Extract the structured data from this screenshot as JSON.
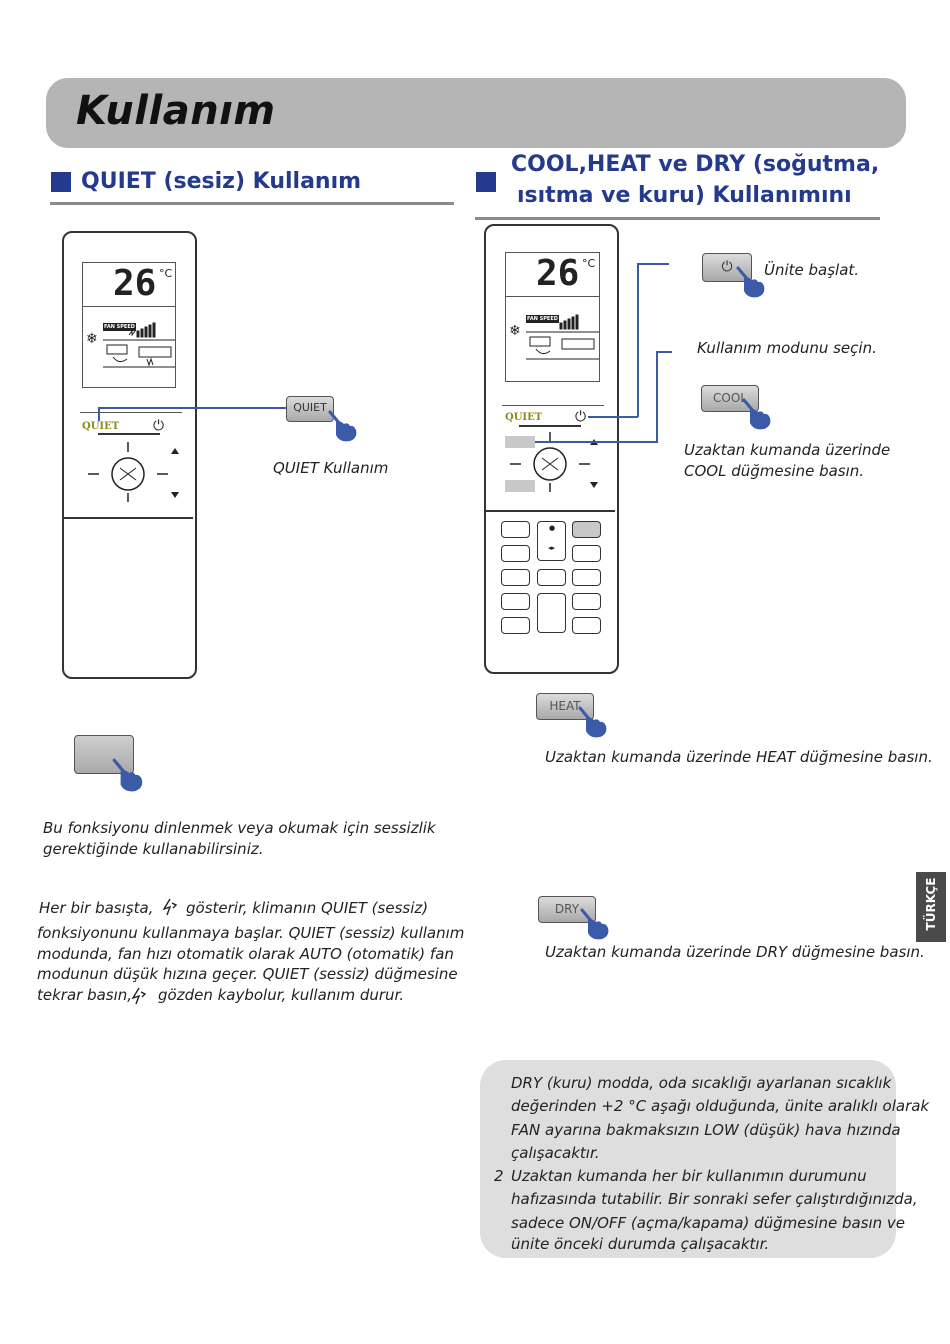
{
  "header": {
    "title": "Kullanım"
  },
  "left": {
    "section_title": "QUIET (sesiz) Kullanım",
    "remote": {
      "temp": "26",
      "unit": "°C",
      "fan_speed": "FAN SPEED",
      "quiet_label": "QUIET"
    },
    "quiet_button": "QUIET",
    "quiet_caption": "QUIET Kullanım",
    "para1": [
      "Bu fonksiyonu dinlenmek veya okumak için sessizlik",
      "gerektiğinde kullanabilirsiniz."
    ],
    "para2": {
      "line1a": "Her bir basışta,",
      "line1b": "gösterir, klimanın QUIET (sessiz)",
      "line2": "fonksiyonunu kullanmaya başlar.  QUIET (sessiz) kullanım",
      "line3": "modunda, fan hızı otomatik olarak AUTO (otomatik) fan",
      "line4": "modunun düşük hızına geçer.  QUIET (sessiz) düğmesine",
      "line5a": "tekrar basın,",
      "line5b": "gözden kaybolur, kullanım durur."
    }
  },
  "right": {
    "section_title_1": "COOL,HEAT ve DRY (soğutma,",
    "section_title_2": "ısıtma ve kuru) Kullanımını",
    "remote": {
      "temp": "26",
      "unit": "°C",
      "fan_speed": "FAN SPEED",
      "quiet_label": "QUIET"
    },
    "start_caption": "Ünite başlat.",
    "mode_caption": "Kullanım modunu seçin.",
    "cool_button": "COOL",
    "cool_caption_1": "Uzaktan kumanda üzerinde",
    "cool_caption_2": "COOL düğmesine basın.",
    "heat_button": "HEAT",
    "heat_caption": "Uzaktan kumanda üzerinde HEAT düğmesine basın.",
    "dry_button": "DRY",
    "dry_caption": "Uzaktan kumanda üzerinde DRY düğmesine basın.",
    "note": {
      "l1": "DRY (kuru) modda, oda sıcaklığı ayarlanan sıcaklık",
      "l2": "değerinden +2 °C aşağı olduğunda, ünite aralıklı olarak",
      "l3": "FAN ayarına bakmaksızın LOW (düşük) hava hızında",
      "l4": "çalışacaktır.",
      "num": "2",
      "l5": "Uzaktan kumanda her bir kullanımın durumunu",
      "l6": "hafızasında tutabilir.  Bir sonraki sefer çalıştırdığınızda,",
      "l7": "sadece ON/OFF (açma/kapama) düğmesine basın ve",
      "l8": "ünite önceki durumda çalışacaktır."
    }
  },
  "side_tab": "TÜRKÇE",
  "colors": {
    "accent": "#243a8c",
    "header_bg": "#b5b5b5",
    "note_bg": "#dedede",
    "line": "#3b5aa8",
    "quiet_text": "#8a8a1a"
  }
}
